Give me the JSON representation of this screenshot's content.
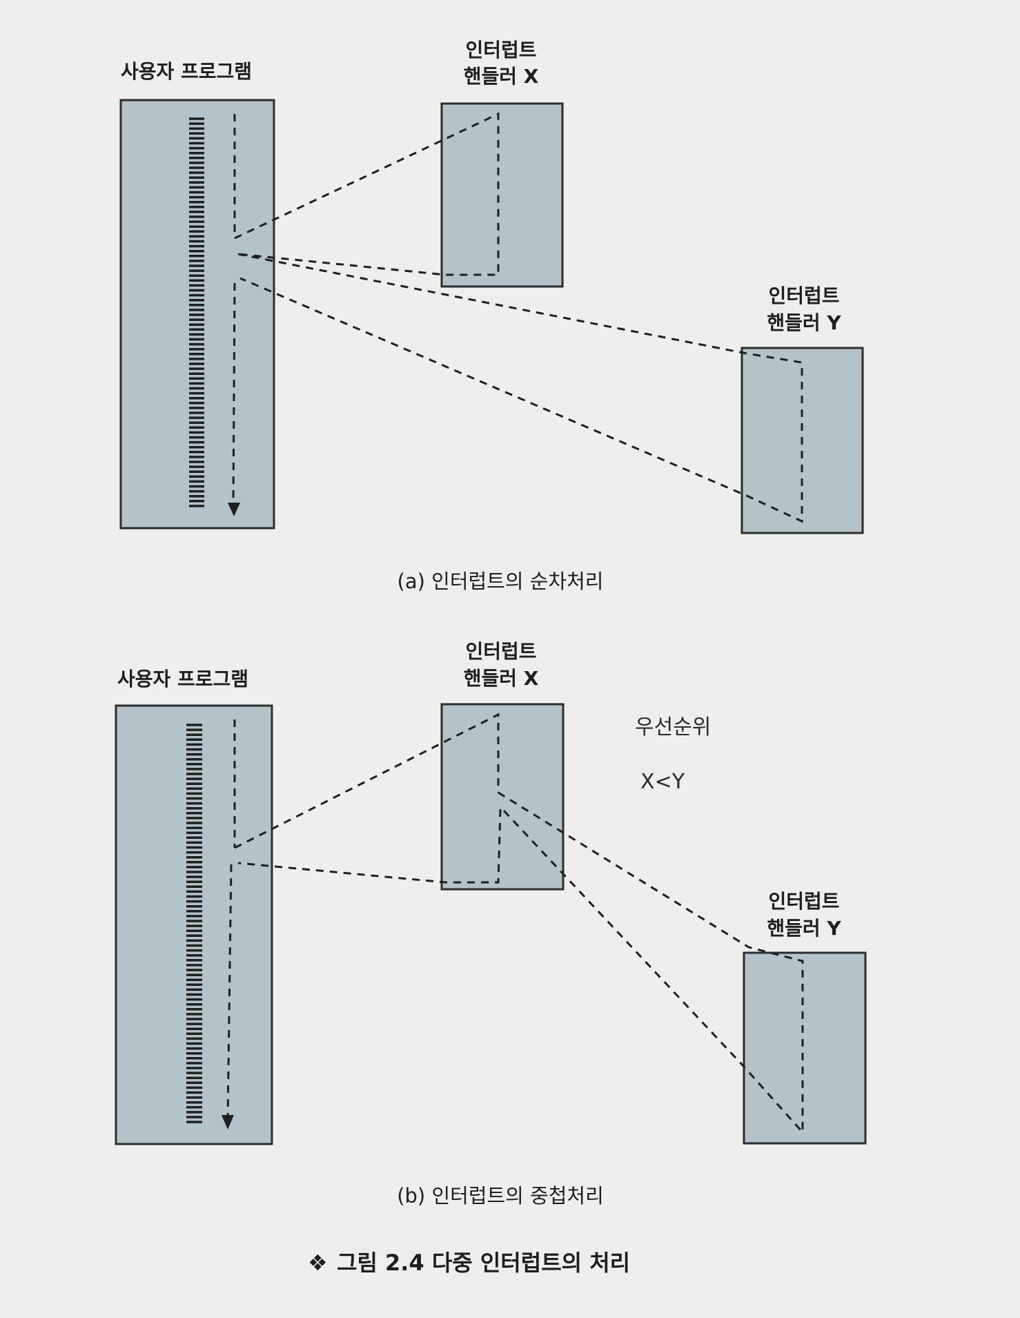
{
  "figure": {
    "title": "그림 2.4  다중 인터럽트의 처리",
    "bullet": "❖"
  },
  "panel_a": {
    "user_program": "사용자 프로그램",
    "handler_x": [
      "인터럽트",
      "핸들러 X"
    ],
    "handler_y": [
      "인터럽트",
      "핸들러 Y"
    ],
    "caption": "(a) 인터럽트의 순차처리"
  },
  "panel_b": {
    "user_program": "사용자 프로그램",
    "handler_x": [
      "인터럽트",
      "핸들러 X"
    ],
    "handler_y": [
      "인터럽트",
      "핸들러 Y"
    ],
    "caption": "(b) 인터럽트의 중첩처리",
    "handwritten_note": [
      "우선순위",
      "X<Y"
    ]
  },
  "colors": {
    "page": "#eeeeec",
    "box_fill": "#b3c3c9",
    "line": "#1f1f1f"
  }
}
